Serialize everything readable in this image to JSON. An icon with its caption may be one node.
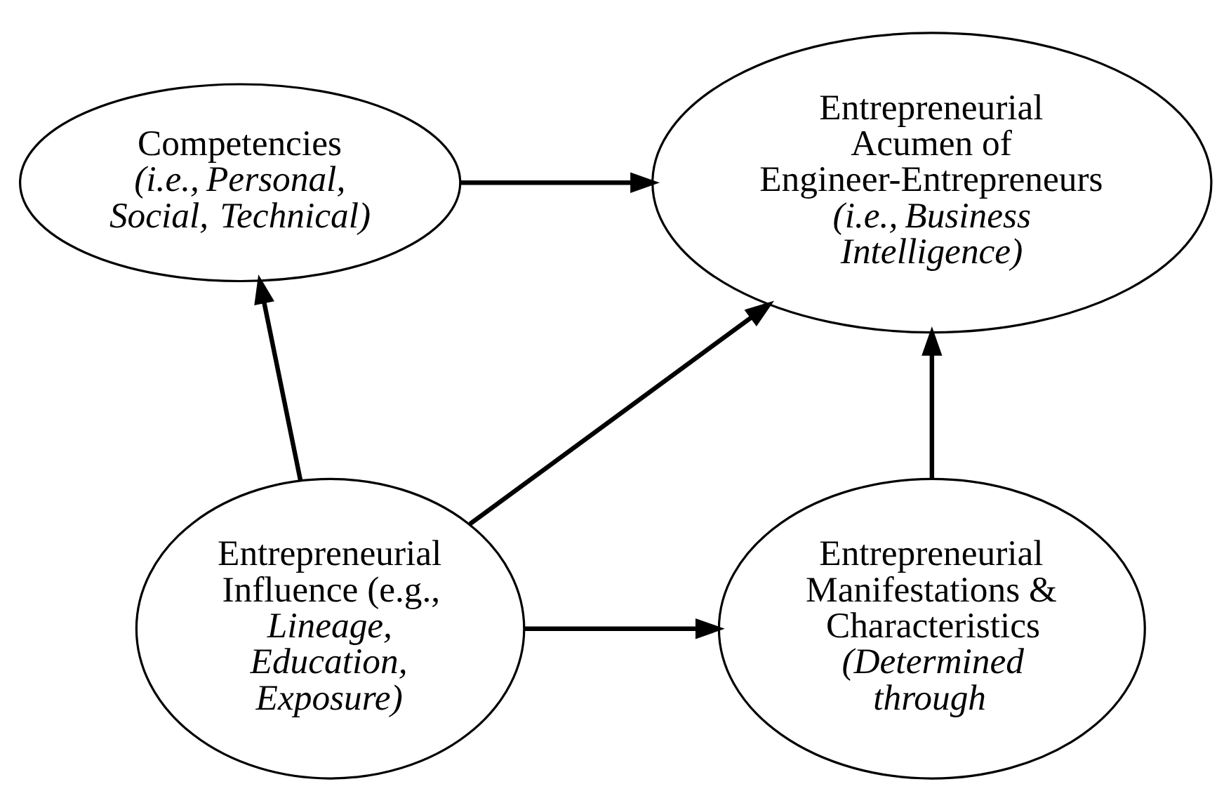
{
  "diagram": {
    "nodes": [
      {
        "text": [
          "Competencies *(i.e., Personal, Social, Technical)*"
        ]
      },
      {
        "text": [
          "Entrepreneurial Acumen of Engineer-Entrepreneurs *(i.e., Business Intelligence)*"
        ]
      },
      {
        "text": [
          "Entrepreneurial Influence (e.g., *Lineage, Education, Exposure)*"
        ]
      },
      {
        "text": [
          "Entrepreneurial Manifestations & Characteristics *(Determined through*"
        ]
      }
    ],
    "edges": [
      {
        "from": 0,
        "to": 1,
        "arrow": "to"
      },
      {
        "from": 2,
        "to": 0,
        "arrow": "to"
      },
      {
        "from": 2,
        "to": 1,
        "arrow": "to"
      },
      {
        "from": 2,
        "to": 3,
        "arrow": "to"
      },
      {
        "from": 3,
        "to": 1,
        "arrow": "to"
      }
    ]
  }
}
